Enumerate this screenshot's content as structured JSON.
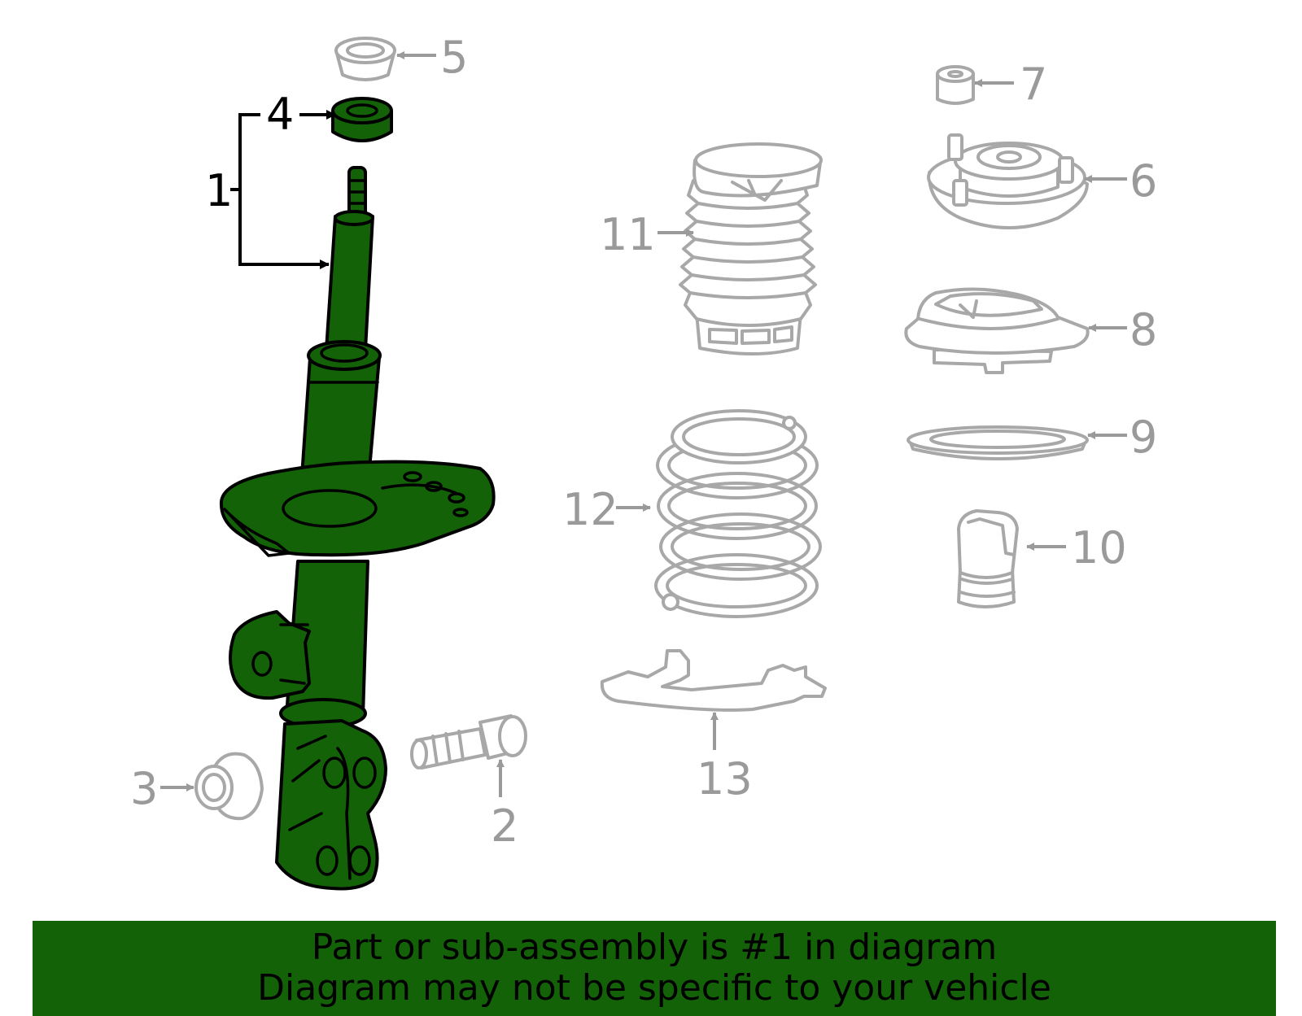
{
  "callouts": {
    "c1": "1",
    "c2": "2",
    "c3": "3",
    "c4": "4",
    "c5": "5",
    "c6": "6",
    "c7": "7",
    "c8": "8",
    "c9": "9",
    "c10": "10",
    "c11": "11",
    "c12": "12",
    "c13": "13"
  },
  "banner": {
    "line1": "Part or sub-assembly is #1 in diagram",
    "line2": "Diagram may not be specific to your vehicle",
    "color": "#136207"
  },
  "colors": {
    "highlight": "#136207",
    "ghost_stroke": "#a8a8a8",
    "label_grey": "#9a9a9a"
  }
}
